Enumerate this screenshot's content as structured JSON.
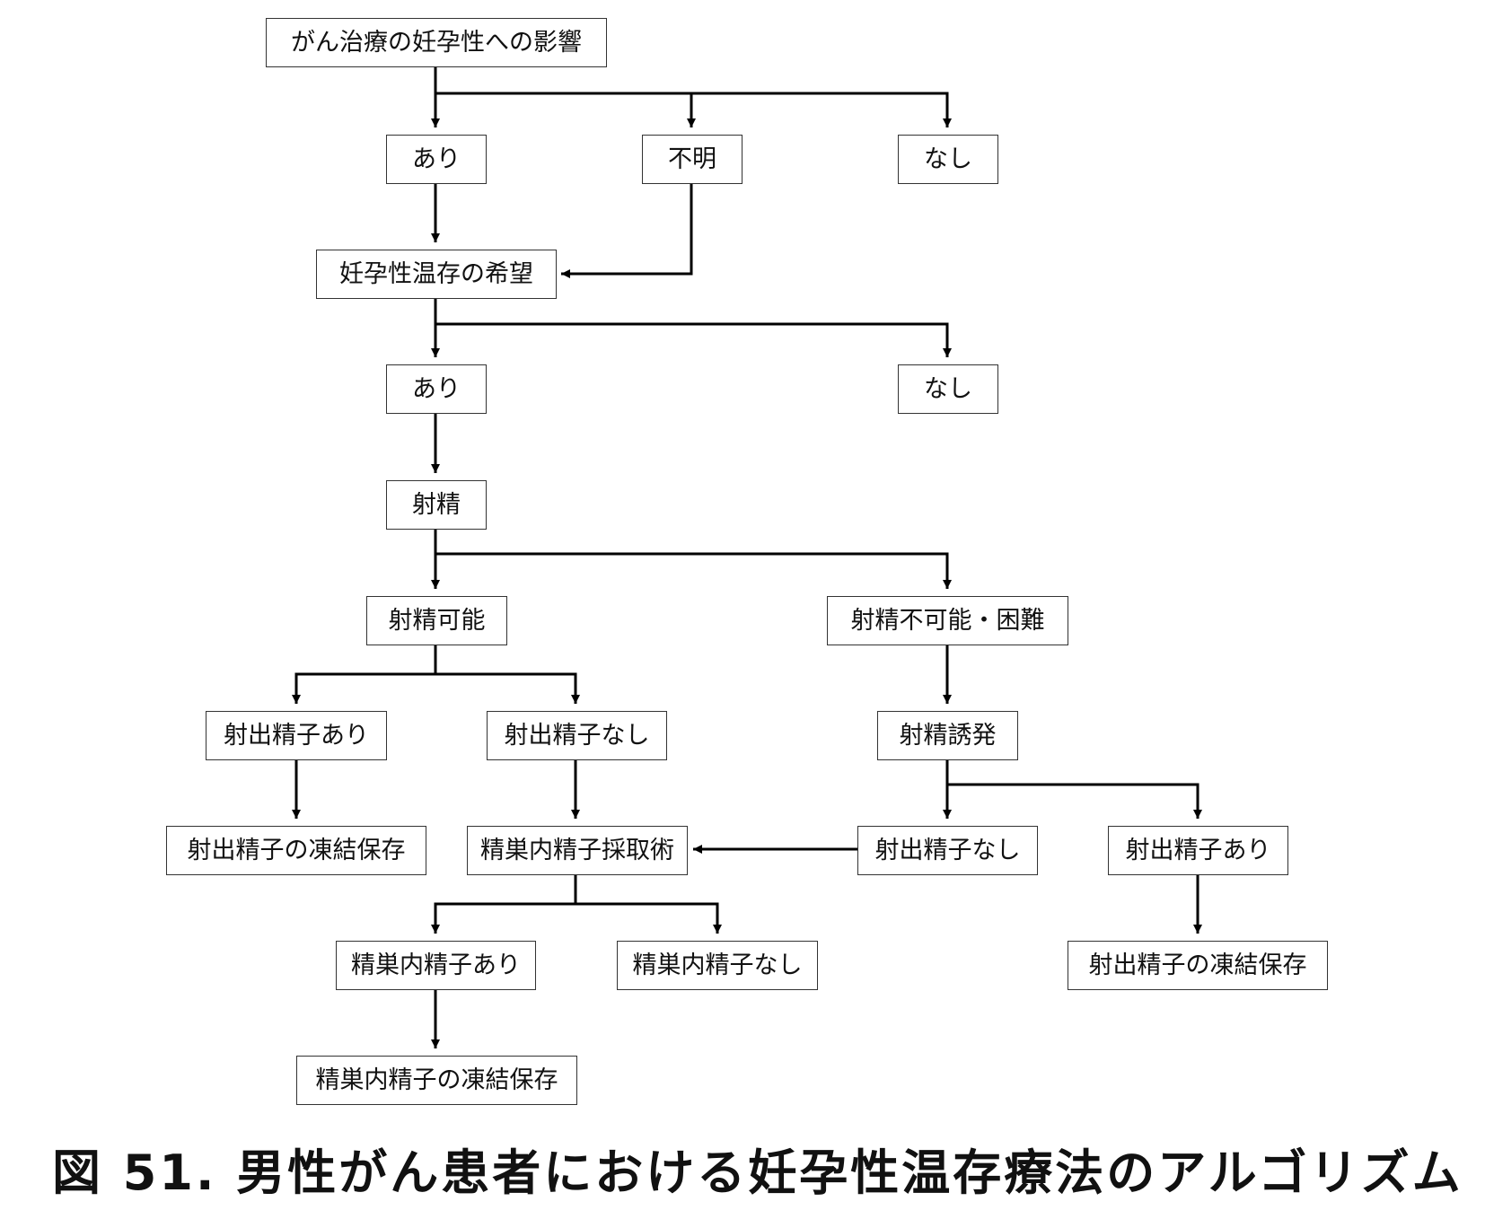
{
  "nodes": {
    "root": "がん治療の妊孕性への影響",
    "impact_yes": "あり",
    "impact_unknown": "不明",
    "impact_no": "なし",
    "wish": "妊孕性温存の希望",
    "wish_yes": "あり",
    "wish_no": "なし",
    "ejaculation": "射精",
    "ejac_possible": "射精可能",
    "ejac_impossible": "射精不可能・困難",
    "sperm_yes_1": "射出精子あり",
    "sperm_no_1": "射出精子なし",
    "induced_ejac": "射精誘発",
    "freeze_ejac_1": "射出精子の凍結保存",
    "tese": "精巣内精子採取術",
    "sperm_no_2": "射出精子なし",
    "sperm_yes_2": "射出精子あり",
    "testis_sperm_yes": "精巣内精子あり",
    "testis_sperm_no": "精巣内精子なし",
    "freeze_ejac_2": "射出精子の凍結保存",
    "freeze_testis": "精巣内精子の凍結保存"
  },
  "caption": "図 51.  男性がん患者における妊孕性温存療法のアルゴリズム",
  "colors": {
    "line": "#000000",
    "border": "#333333",
    "text": "#111111"
  }
}
